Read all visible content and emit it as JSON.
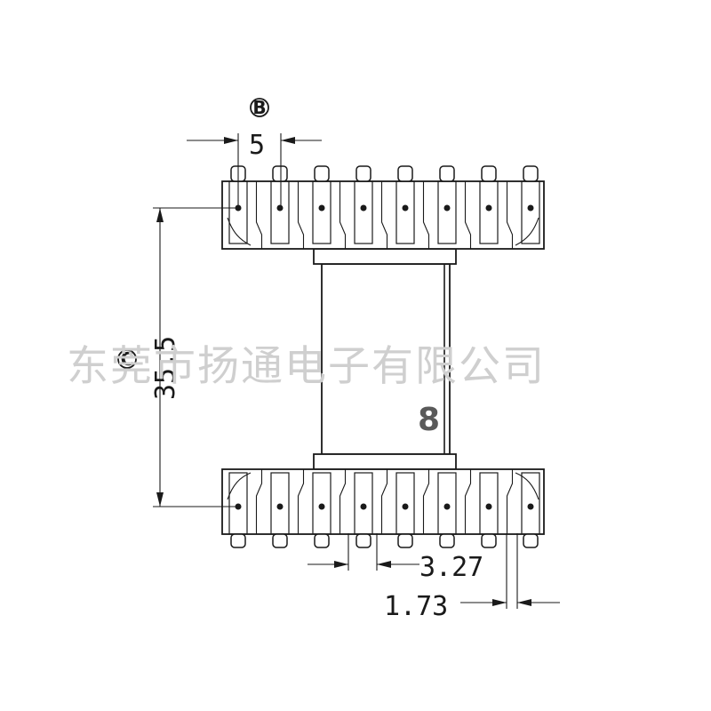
{
  "dimensions": {
    "top_pitch": "5",
    "height": "35.5",
    "bottom_pitch": "3.27",
    "bottom_pin_width": "1.73"
  },
  "markers": {
    "b": "B",
    "c": "C"
  },
  "body_label": "8",
  "watermark": "东莞市扬通电子有限公司",
  "pin_count_top": 8,
  "pin_count_bottom": 8
}
